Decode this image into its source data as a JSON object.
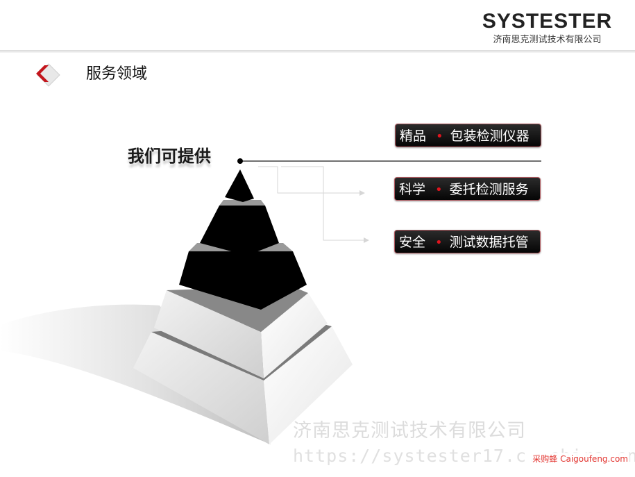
{
  "logo": {
    "brand": "SYSTESTER",
    "company": "济南思克测试技术有限公司"
  },
  "section": {
    "title": "服务领域"
  },
  "provide": {
    "title": "我们可提供"
  },
  "services": [
    {
      "category": "精品",
      "item": "包装检测仪器"
    },
    {
      "category": "科学",
      "item": "委托检测服务"
    },
    {
      "category": "安全",
      "item": "测试数据托管"
    }
  ],
  "watermark": {
    "company": "济南思克测试技术有限公司",
    "url": "https://systester17.c..chira.cn"
  },
  "credit": "采购蜂 Caigoufeng.com",
  "colors": {
    "accent": "#e0141e",
    "box_bg": "#111111",
    "box_border": "#b05a60",
    "pyramid_dark": "#000000",
    "pyramid_light": "#eeeeee"
  }
}
